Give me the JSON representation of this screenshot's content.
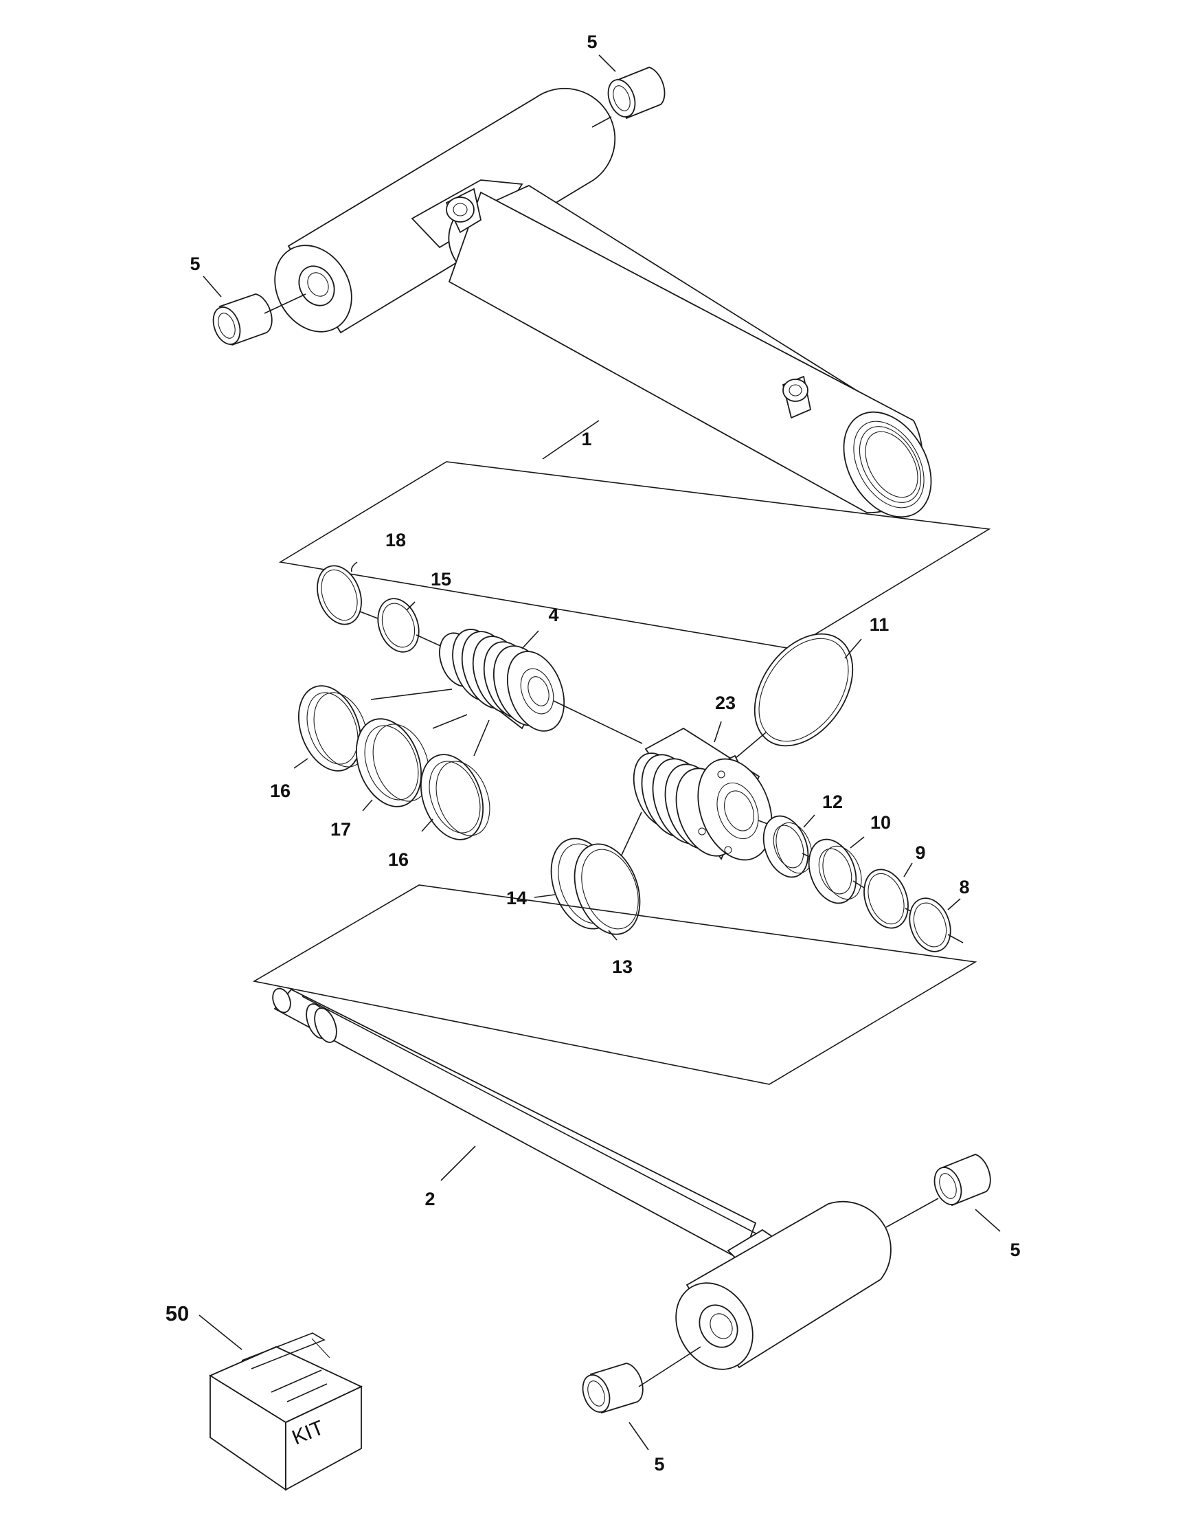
{
  "colors": {
    "ink": "#1a1a1a",
    "paper": "#ffffff"
  },
  "callouts": {
    "p5_top": "5",
    "p5_left": "5",
    "p1": "1",
    "p18": "18",
    "p15": "15",
    "p4": "4",
    "p11": "11",
    "p23": "23",
    "p16_a": "16",
    "p17": "17",
    "p16_b": "16",
    "p12": "12",
    "p10": "10",
    "p9": "9",
    "p8": "8",
    "p14": "14",
    "p13": "13",
    "p2": "2",
    "p5_right": "5",
    "p50": "50",
    "p5_bottom": "5"
  },
  "kit_box_text": "KIT"
}
